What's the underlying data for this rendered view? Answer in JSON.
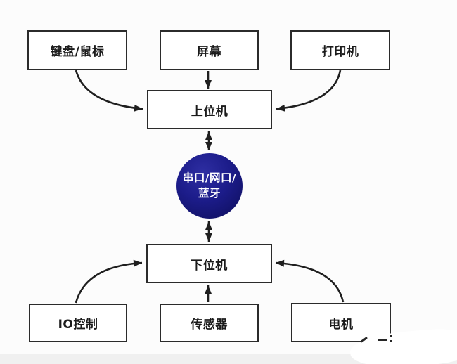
{
  "diagram": {
    "nodes": {
      "keyboard_mouse": {
        "label": "键盘/鼠标"
      },
      "screen": {
        "label": "屏幕"
      },
      "printer": {
        "label": "打印机"
      },
      "host": {
        "label": "上位机"
      },
      "link_medium": {
        "line1": "串口/网口/",
        "line2": "蓝牙"
      },
      "slave": {
        "label": "下位机"
      },
      "io_control": {
        "label": "IO控制"
      },
      "sensor": {
        "label": "传感器"
      },
      "motor": {
        "label": "电机"
      }
    },
    "edges": [
      {
        "from": "keyboard_mouse",
        "to": "host",
        "style": "curved",
        "arrows": "single"
      },
      {
        "from": "screen",
        "to": "host",
        "style": "straight",
        "arrows": "single"
      },
      {
        "from": "printer",
        "to": "host",
        "style": "curved",
        "arrows": "single"
      },
      {
        "from": "host",
        "to": "link_medium",
        "style": "straight",
        "arrows": "double"
      },
      {
        "from": "link_medium",
        "to": "slave",
        "style": "straight",
        "arrows": "double"
      },
      {
        "from": "io_control",
        "to": "slave",
        "style": "curved",
        "arrows": "single"
      },
      {
        "from": "sensor",
        "to": "slave",
        "style": "straight",
        "arrows": "single"
      },
      {
        "from": "motor",
        "to": "slave",
        "style": "curved",
        "arrows": "single"
      }
    ],
    "colors": {
      "background": "#fcfcfc",
      "box_border": "#2b2b2b",
      "box_fill": "#ffffff",
      "box_text": "#1b1b1b",
      "arrow": "#1f1f1f",
      "circle_fill": "#1c1c8a",
      "circle_text": "#ffffff",
      "bottom_strip": "#f0f0f0"
    }
  }
}
